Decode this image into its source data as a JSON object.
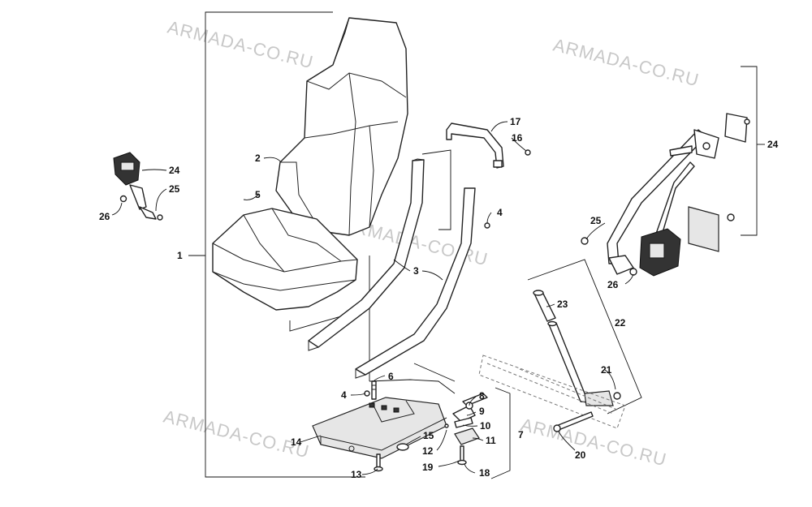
{
  "watermark": "ARMADA-CO.RU",
  "callouts": {
    "c1": "1",
    "c2": "2",
    "c3": "3",
    "c4a": "4",
    "c4b": "4",
    "c5": "5",
    "c6": "6",
    "c7": "7",
    "c8": "8",
    "c9": "9",
    "c10": "10",
    "c11": "11",
    "c12": "12",
    "c13": "13",
    "c14": "14",
    "c15": "15",
    "c16": "16",
    "c17": "17",
    "c18": "18",
    "c19": "19",
    "c20": "20",
    "c21": "21",
    "c22": "22",
    "c23": "23",
    "c24a": "24",
    "c24b": "24",
    "c25a": "25",
    "c25b": "25",
    "c26a": "26",
    "c26b": "26"
  }
}
